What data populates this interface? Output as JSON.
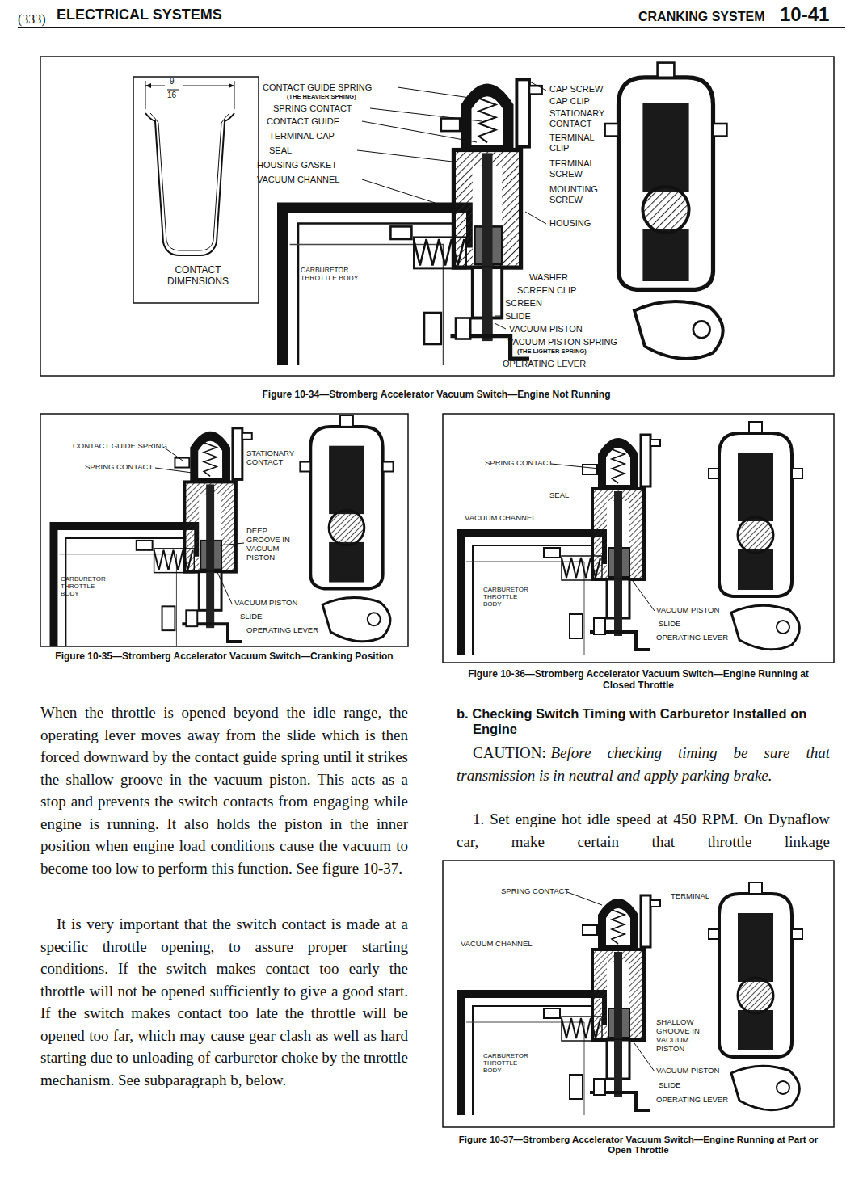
{
  "diagram": {
    "labels": [
      "(333)",
      "ELECTRICAL SYSTEMS",
      "CRANKING SYSTEM",
      "10-41",
      "9",
      "16",
      "CONTACT DIMENSIONS",
      "CONTACT GUIDE SPRING",
      "(THE HEAVIER SPRING)",
      "SPRING CONTACT",
      "CONTACT GUIDE",
      "TERMINAL CAP",
      "SEAL",
      "HOUSING GASKET",
      "VACUUM CHANNEL",
      "CARBURETOR THROTTLE BODY",
      "CAP SCREW",
      "CAP CLIP",
      "STATIONARY CONTACT",
      "TERMINAL CLIP",
      "TERMINAL SCREW",
      "MOUNTING SCREW",
      "HOUSING",
      "WASHER",
      "SCREEN CLIP",
      "SCREEN",
      "SLIDE",
      "VACUUM PISTON",
      "VACUUM PISTON SPRING",
      "(THE LIGHTER SPRING)",
      "OPERATING LEVER",
      "Figure 10-34—Stromberg Accelerator Vacuum Switch—Engine Not Running",
      "CONTACT GUIDE SPRING",
      "SPRING CONTACT",
      "STATIONARY CONTACT",
      "DEEP GROOVE IN VACUUM PISTON",
      "CARBURETOR THROTTLE BODY",
      "VACUUM PISTON",
      "SLIDE",
      "OPERATING LEVER",
      "Figure 10-35—Stromberg Accelerator Vacuum Switch—Cranking Position",
      "SPRING CONTACT",
      "SEAL",
      "VACUUM CHANNEL",
      "CARBURETOR THROTTLE BODY",
      "VACUUM PISTON",
      "SLIDE",
      "OPERATING LEVER",
      "Figure 10-36—Stromberg Accelerator Vacuum Switch—Engine Running at Closed Throttle",
      "When the throttle is opened beyond the idle range, the operating lever moves away from the slide which is then forced downward by the contact guide spring until it strikes the shallow groove in the vacuum piston. This acts as a stop and prevents the switch contacts from engaging while engine is running. It also holds the piston in the inner position when engine load conditions cause the vacuum to become too low to perform this function. See figure 10-37.",
      "It is very important that the switch contact is made at a specific throttle opening, to assure proper starting conditions. If the switch makes contact too early the throttle will not be opened sufficiently to give a good start. If the switch makes contact too late the throttle will be opened too far, which may cause gear clash as well as hard starting due to unloading of carburetor choke by the tnrottle mechanism. See subparagraph b, below.",
      "b. Checking Switch Timing with Carburetor Installed on Engine",
      "CAUTION:",
      "Before checking timing be sure that transmission is in neutral and apply parking brake.",
      "1. Set engine hot idle speed at 450 RPM. On Dynaflow car, make certain that throttle linkage",
      "SPRING CONTACT",
      "TERMINAL",
      "VACUUM CHANNEL",
      "SHALLOW GROOVE IN VACUUM PISTON",
      "CARBURETOR THROTTLE BODY",
      "VACUUM PISTON",
      "SLIDE",
      "OPERATING LEVER",
      "Figure 10-37—Stromberg Accelerator Vacuum Switch—Engine Running at Part or Open Throttle"
    ]
  }
}
